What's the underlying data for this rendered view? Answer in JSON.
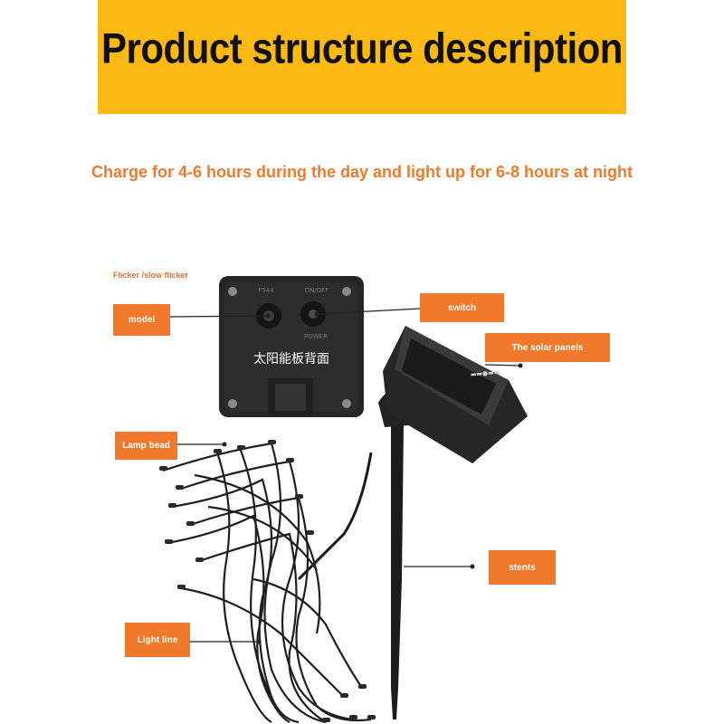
{
  "header": {
    "title": "Product structure description"
  },
  "subtitle": "Charge for 4-6 hours during the day and light up for 6-8 hours at night",
  "note": "Flicker /slow flicker",
  "product_image": {
    "box_back_text": "太阳能板背面",
    "small_label_left": "F544",
    "small_label_right": "ON/OFF",
    "small_label_bottom": "POWER"
  },
  "callouts": {
    "model": "model",
    "switch": "switch",
    "solar_panels": "The solar panels",
    "lamp_bead": "Lamp bead",
    "stents": "stents",
    "light_line": "Light line"
  },
  "colors": {
    "banner": "#fcb813",
    "accent": "#f0792b"
  }
}
